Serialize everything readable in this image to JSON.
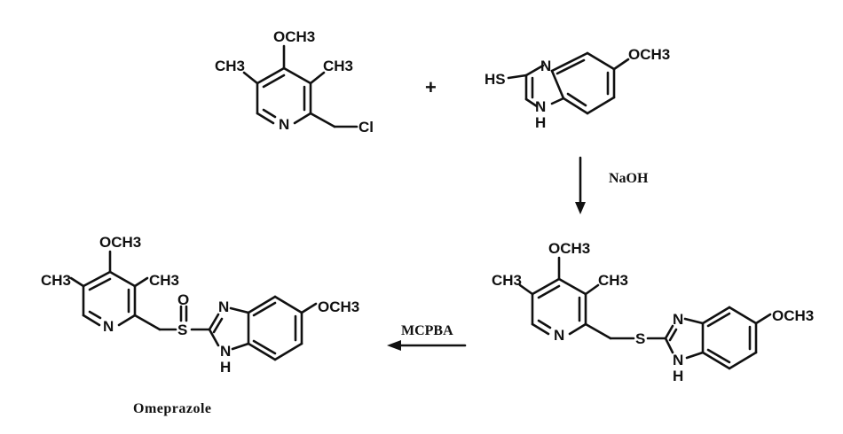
{
  "reactant_pyridine": {
    "och3_top": "OCH3",
    "ch3_left": "CH3",
    "ch3_right": "CH3",
    "n": "N",
    "cl": "Cl"
  },
  "plus_sign": "+",
  "reactant_benzimidazole": {
    "hs": "HS",
    "n": "N",
    "nh_n": "N",
    "nh_h": "H",
    "och3": "OCH3"
  },
  "step1_reagent": "NaOH",
  "intermediate": {
    "och3_top": "OCH3",
    "ch3_left": "CH3",
    "ch3_right": "CH3",
    "n_pyr": "N",
    "s": "S",
    "n_imid": "N",
    "nh_n": "N",
    "nh_h": "H",
    "och3_right": "OCH3"
  },
  "step2_reagent": "MCPBA",
  "product": {
    "och3_top": "OCH3",
    "ch3_left": "CH3",
    "ch3_right": "CH3",
    "n_pyr": "N",
    "o": "O",
    "s": "S",
    "n_imid": "N",
    "nh_n": "N",
    "nh_h": "H",
    "och3_right": "OCH3",
    "name": "Omeprazole"
  }
}
